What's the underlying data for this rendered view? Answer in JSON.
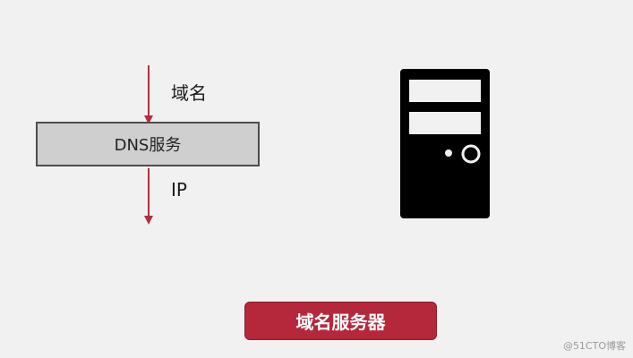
{
  "diagram": {
    "input_label": "域名",
    "process_label": "DNS服务",
    "output_label": "IP",
    "caption": "域名服务器",
    "watermark": "@51CTO博客"
  },
  "colors": {
    "arrow": "#b03040",
    "caption_bg": "#b5283c",
    "server": "#000000",
    "box_fill": "#cfcfcf",
    "background": "#f1f1f1"
  },
  "icons": {
    "server": "server-icon"
  }
}
